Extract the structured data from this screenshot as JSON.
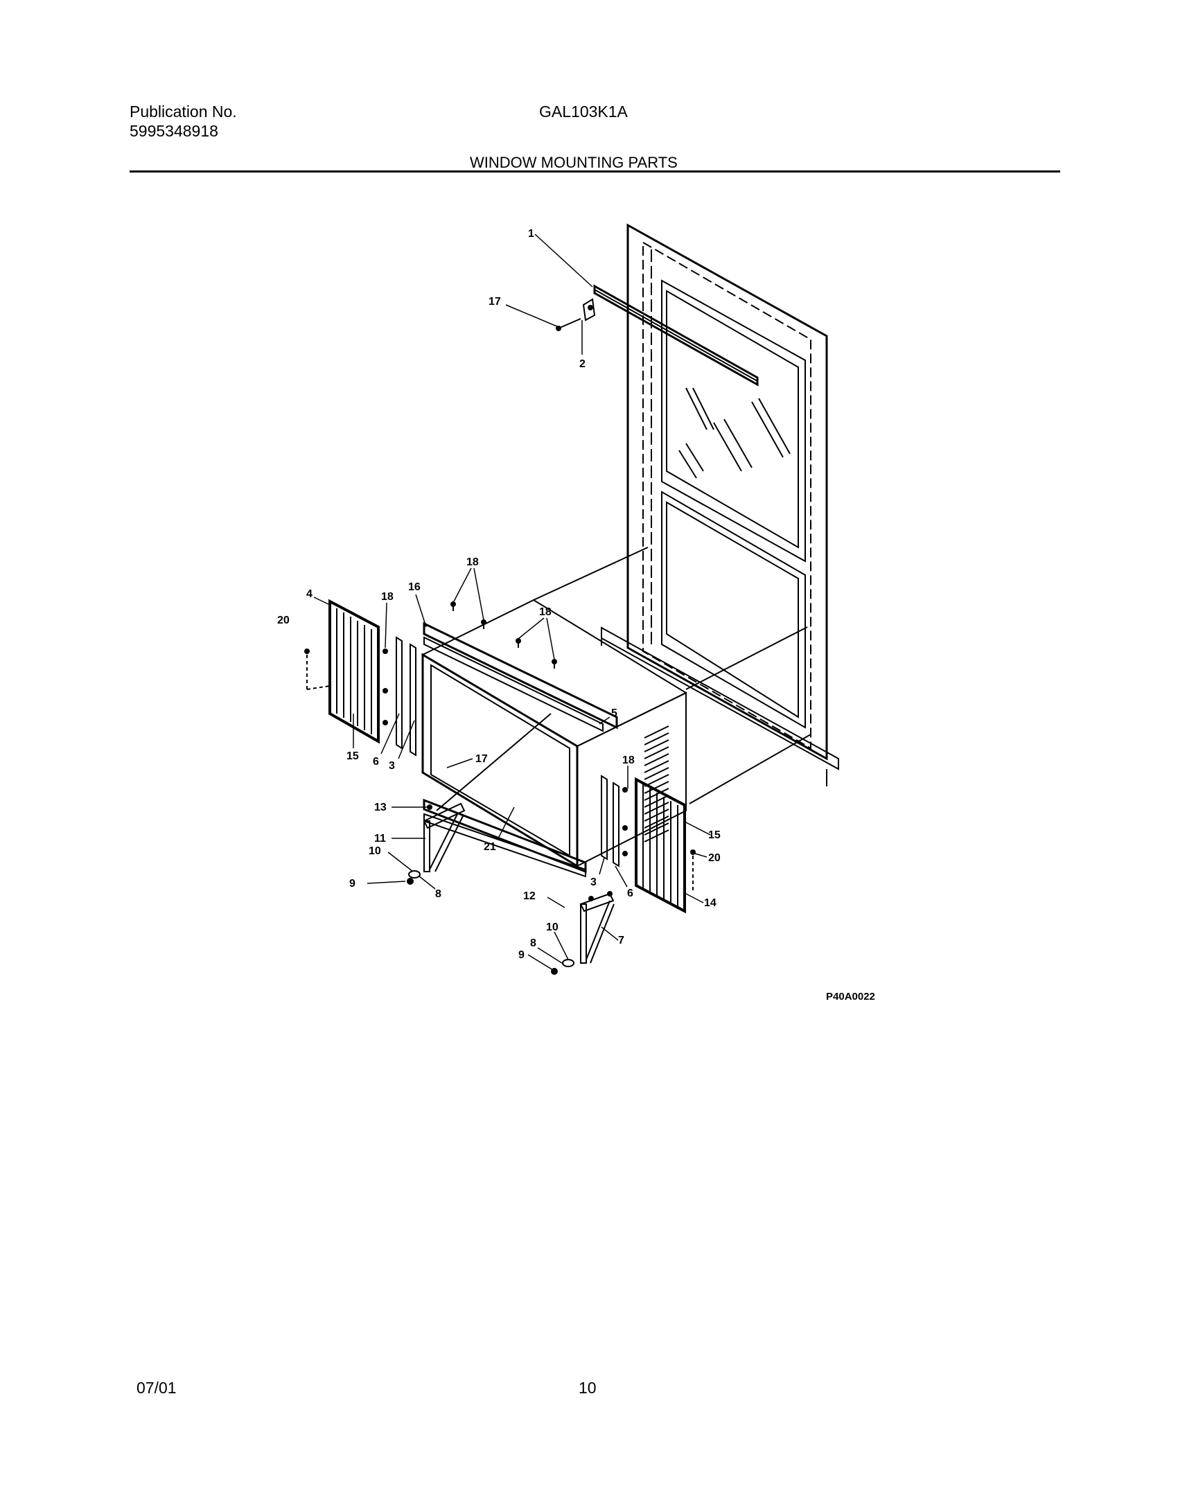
{
  "header": {
    "publication_label": "Publication No.",
    "publication_number": "5995348918",
    "model": "GAL103K1A",
    "section_title": "WINDOW MOUNTING PARTS"
  },
  "diagram": {
    "figure_code": "P40A0022",
    "callouts": {
      "c1": "1",
      "c2": "2",
      "c3a": "3",
      "c3b": "3",
      "c4": "4",
      "c5": "5",
      "c6a": "6",
      "c6b": "6",
      "c7": "7",
      "c8a": "8",
      "c8b": "8",
      "c9a": "9",
      "c9b": "9",
      "c10a": "10",
      "c10b": "10",
      "c11": "11",
      "c12": "12",
      "c13": "13",
      "c14": "14",
      "c15a": "15",
      "c15b": "15",
      "c16": "16",
      "c17a": "17",
      "c17b": "17",
      "c18a": "18",
      "c18b": "18",
      "c18c": "18",
      "c18d": "18",
      "c20a": "20",
      "c20b": "20",
      "c21": "21"
    }
  },
  "footer": {
    "date": "07/01",
    "page": "10"
  }
}
